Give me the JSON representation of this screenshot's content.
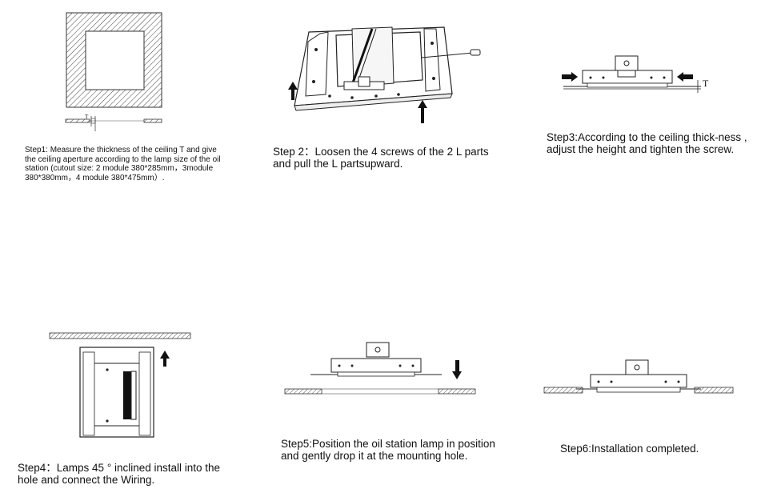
{
  "steps": [
    {
      "id": 1,
      "text": "Step1: Measure the thickness of the ceiling T and give the ceiling aperture according to the lamp size of the oil station (cutout size: 2 module 380*285mm，3module 380*380mm，4 module 380*475mm）."
    },
    {
      "id": 2,
      "text": "Step 2：Loosen the 4 screws of the 2 L parts and pull the L partsupward."
    },
    {
      "id": 3,
      "text": "Step3:According to the ceiling thick-ness , adjust the height and tighten the screw."
    },
    {
      "id": 4,
      "text": "Step4：Lamps 45 ° inclined install into the hole and connect the Wiring."
    },
    {
      "id": 5,
      "text": "Step5:Position the oil station lamp in position and gently drop it at the mounting hole."
    },
    {
      "id": 6,
      "text": "Step6:Installation completed."
    }
  ],
  "labels": {
    "thickness_small": "T",
    "thickness_step3": "T"
  }
}
